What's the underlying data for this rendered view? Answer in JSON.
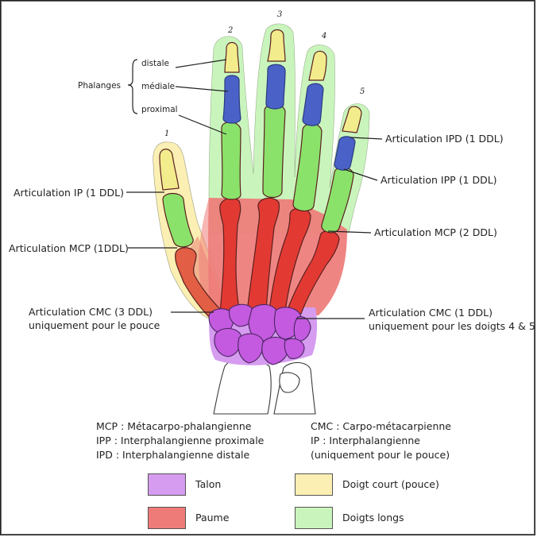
{
  "finger_numbers": [
    "1",
    "2",
    "3",
    "4",
    "5"
  ],
  "phalanges": {
    "group_label": "Phalanges",
    "distale": "distale",
    "mediale": "médiale",
    "proximal": "proximal"
  },
  "joints": {
    "ipd": "Articulation IPD (1 DDL)",
    "ipp": "Articulation IPP (1 DDL)",
    "mcp_fingers": "Articulation MCP (2 DDL)",
    "ip_thumb": "Articulation IP (1 DDL)",
    "mcp_thumb": "Articulation MCP (1DDL)",
    "cmc_thumb_line1": "Articulation CMC (3 DDL)",
    "cmc_thumb_line2": "uniquement pour le pouce",
    "cmc_fingers_line1": "Articulation CMC (1 DDL)",
    "cmc_fingers_line2": "uniquement pour les doigts 4 & 5"
  },
  "abbreviations": {
    "mcp": "MCP : Métacarpo-phalangienne",
    "ipp": "IPP : Interphalangienne proximale",
    "ipd": "IPD : Interphalangienne distale",
    "cmc": "CMC : Carpo-métacarpienne",
    "ip": "IP : Interphalangienne",
    "ip_note": "(uniquement pour le pouce)"
  },
  "legend": {
    "talon": "Talon",
    "paume": "Paume",
    "doigt_court": "Doigt court (pouce)",
    "doigts_longs": "Doigts longs"
  },
  "colors": {
    "talon": "#d59cf0",
    "paume": "#ee7b78",
    "doigt_court": "#fbefb3",
    "doigts_longs": "#c9f5bd",
    "carpal_bones": "#c35ae0",
    "metacarpals": "#e23a33",
    "proximal_phalanges": "#8be26a",
    "middle_phalanges": "#4a62c7",
    "distal_phalanges": "#f3ec8c"
  }
}
